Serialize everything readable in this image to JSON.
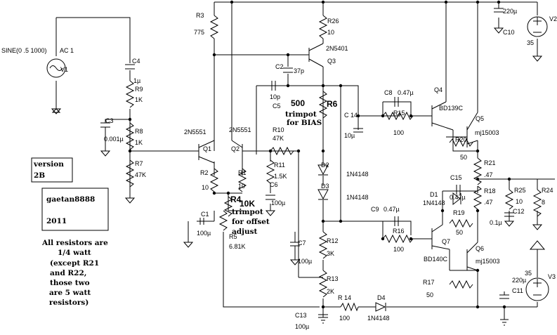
{
  "labels": {
    "src_sine": "SINE(0 .5 1000)",
    "src_ac": "AC 1",
    "src_v1": "V1",
    "c4": "C4",
    "c4_val": "1µ",
    "r9": "R9",
    "r9_val": "1K",
    "c3": "C3",
    "c3_val": "0.001µ",
    "r8": "R8",
    "r8_val": "1K",
    "r7": "R7",
    "r7_val": "47K",
    "r3": "R3",
    "r3_val": "775",
    "r26": "R26",
    "r26_val": "10",
    "q3_part": "2N5401",
    "q3": "Q3",
    "c2": "C2",
    "c2_val": "37p",
    "c5_val": "10p",
    "c5": "C5",
    "r6_val": "500",
    "r6": "R6",
    "trim_bias_1": "trimpot",
    "trim_bias_2": "for BIAS",
    "c14": "C 14",
    "c14_val": "10µ",
    "q1_part": "2N5551",
    "q1": "Q1",
    "q2_part": "2N5551",
    "q2": "Q2",
    "r10": "R10",
    "r10_val": "47K",
    "r11": "R11",
    "r11_val": "1.5K",
    "c6": "C6",
    "c6_val": "100µ",
    "r2": "R2",
    "r2_val": "10",
    "r1": "R1",
    "r1_val": "10",
    "r4": "R4",
    "r4_val": "10K",
    "trim_off_1": "trimpot",
    "trim_off_2": "for offset",
    "trim_off_3": "adjust",
    "c1": "C1",
    "c1_val": "100µ",
    "r5": "R5",
    "r5_val": "6.81K",
    "d2": "D2",
    "d3": "D3",
    "d23_part_a": "1N4148",
    "d23_part_b": "1N4148",
    "c7": "C7",
    "c7_val": "100µ",
    "r12": "R12",
    "r12_val": "3K",
    "r13": "R13",
    "r13_val": "2K",
    "r14": "R 14",
    "r14_val": "100",
    "d4": "D4",
    "d4_part": "1N4148",
    "c13": "C13",
    "c13_val": "100µ",
    "c8": "C8",
    "c8_val": "0.47µ",
    "r15": "R15",
    "r15_val": "100",
    "q4": "Q4",
    "q4_part": "BD139C",
    "q5": "Q5",
    "q5_part": "mj15003",
    "r20": "R20",
    "r20_val": "50",
    "r21": "R21",
    "r21_val": ".47",
    "c9": "C9",
    "c9_val": "0.47µ",
    "r16": "R16",
    "r16_val": "100",
    "c15": "C15",
    "c15_val": "0.47µ",
    "d1": "D1",
    "d1_part": "1N4148",
    "r19": "R19",
    "r19_val": "50",
    "r18": "R18",
    "r18_val": ".47",
    "r25": "R25",
    "r25_val": "10",
    "c12": "C12",
    "c12_val": "0.1µ",
    "r24": "R24",
    "r24_val": "8",
    "q7": "Q7",
    "q7_part": "BD140C",
    "q6": "Q6",
    "q6_part": "mj15003",
    "r17": "R17",
    "r17_val": "50",
    "c10_val": "220µ",
    "c10": "C10",
    "c11_val": "220µ",
    "c11": "C11",
    "v2": "V2",
    "v2_val": "35",
    "v3": "V3",
    "v3_val": "35"
  },
  "notes": {
    "version_1": "version",
    "version_2": "2B",
    "author": "gaetan8888",
    "year": "2011",
    "res_1": "All resistors are",
    "res_2": "1/4 watt",
    "res_3": "(except R21",
    "res_4": "and R22,",
    "res_5": "those two",
    "res_6": "are 5 watt",
    "res_7": "resistors)"
  }
}
